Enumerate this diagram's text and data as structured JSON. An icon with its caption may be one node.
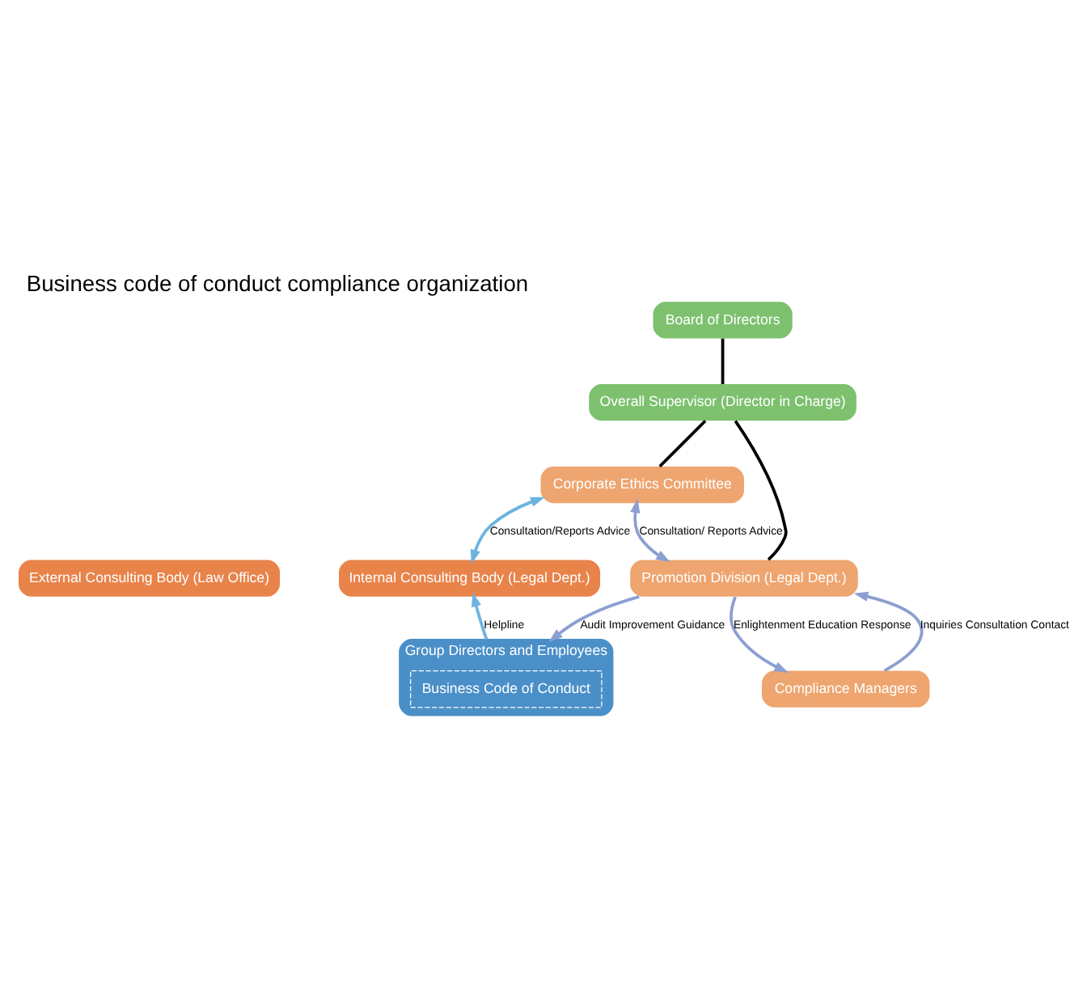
{
  "diagram": {
    "title": "Business code of conduct compliance organization",
    "nodes": [
      {
        "text": [
          "Board of Directors"
        ]
      },
      {
        "text": [
          "Overall Supervisor (Director in Charge)"
        ]
      },
      {
        "text": [
          "Corporate Ethics Committee"
        ]
      },
      {
        "text": [
          "External Consulting Body (Law Office)"
        ]
      },
      {
        "text": [
          "Internal Consulting Body (Legal Dept.)"
        ]
      },
      {
        "text": [
          "Promotion Division (Legal Dept.)"
        ]
      },
      {
        "text": [
          "Compliance Managers"
        ]
      },
      {
        "text": [
          "Group Directors and Employees"
        ]
      },
      {
        "text": [
          "Business Code of Conduct"
        ],
        "in": 7
      }
    ],
    "edges": [
      {
        "from": 0,
        "to": 1,
        "arrow": "none",
        "color": "#000000"
      },
      {
        "from": 1,
        "to": 2,
        "arrow": "none",
        "color": "#000000"
      },
      {
        "from": 1,
        "to": 5,
        "arrow": "none",
        "color": "#000000"
      },
      {
        "from": 2,
        "to": 4,
        "arrow": "both",
        "label": "Consultation/Reports Advice",
        "color": "#6cb4e0"
      },
      {
        "from": 2,
        "to": 5,
        "arrow": "both",
        "label": "Consultation/ Reports Advice",
        "color": "#8c9fd2"
      },
      {
        "from": 7,
        "to": 4,
        "arrow": "to",
        "label": "Helpline",
        "color": "#6cb4e0"
      },
      {
        "from": 6,
        "to": 5,
        "arrow": "to",
        "label": "Inquiries Consultation Contact",
        "color": "#8c9fd2"
      },
      {
        "from": 5,
        "to": 6,
        "arrow": "to",
        "label": "Enlightenment Education Response",
        "color": "#8c9fd2"
      },
      {
        "from": 5,
        "to": 7,
        "arrow": "to",
        "label": "Audit Improvement Guidance",
        "color": "#8c9fd2"
      }
    ]
  }
}
